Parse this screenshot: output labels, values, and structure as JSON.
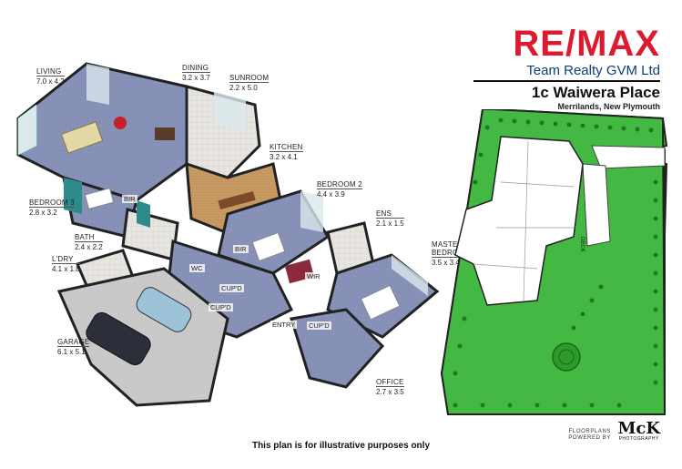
{
  "brand": {
    "logo_text": "RE/MAX",
    "agency": "Team Realty GVM Ltd"
  },
  "property": {
    "address": "1c Waiwera Place",
    "suburb": "Merrilands, New Plymouth"
  },
  "floorplan_3d": {
    "rooms": [
      {
        "name": "LIVING",
        "dims": "7.0 x 4.2"
      },
      {
        "name": "DINING",
        "dims": "3.2 x 3.7"
      },
      {
        "name": "SUNROOM",
        "dims": "2.2 x 5.0"
      },
      {
        "name": "KITCHEN",
        "dims": "3.2 x 4.1"
      },
      {
        "name": "BEDROOM 2",
        "dims": "4.4 x 3.9"
      },
      {
        "name": "ENS",
        "dims": "2.1 x 1.5"
      },
      {
        "name": "MASTER",
        "name2": "BEDROOM",
        "dims": "3.5 x 3.4"
      },
      {
        "name": "BEDROOM 3",
        "dims": "2.8 x 3.2"
      },
      {
        "name": "BATH",
        "dims": "2.4 x 2.2"
      },
      {
        "name": "L'DRY",
        "dims": "4.1 x 1.8"
      },
      {
        "name": "GARAGE",
        "dims": "6.1 x 5.1"
      },
      {
        "name": "OFFICE",
        "dims": "2.7 x 3.5"
      }
    ],
    "tags": [
      "BIR",
      "BIR",
      "WC",
      "CUP'D",
      "CUP'D",
      "WIR",
      "ENTRY",
      "CUP'D"
    ]
  },
  "site_plan": {
    "deck_label": "DECK"
  },
  "disclaimer": "This plan is for illustrative purposes only",
  "credit": {
    "line1": "FLOORPLANS",
    "line2": "POWERED BY",
    "mark": "McK",
    "sub": "PHOTOGRAPHY"
  },
  "colors": {
    "brand_red": "#dc1c2e",
    "brand_blue": "#0c3c7c",
    "lawn_green": "#3cb43c",
    "floor_blue": "#8a96bc"
  }
}
